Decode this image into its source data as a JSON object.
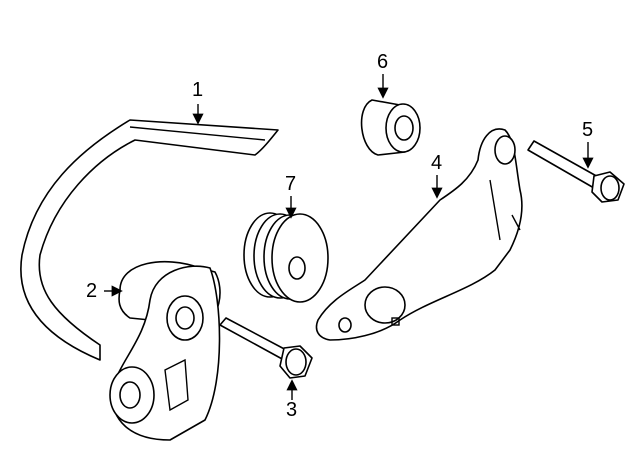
{
  "callouts": [
    {
      "number": "1",
      "part": "belt"
    },
    {
      "number": "2",
      "part": "tensioner"
    },
    {
      "number": "3",
      "part": "tensioner-bolt"
    },
    {
      "number": "4",
      "part": "bracket"
    },
    {
      "number": "5",
      "part": "bracket-bolt"
    },
    {
      "number": "6",
      "part": "idler-pulley"
    },
    {
      "number": "7",
      "part": "grooved-pulley"
    }
  ]
}
